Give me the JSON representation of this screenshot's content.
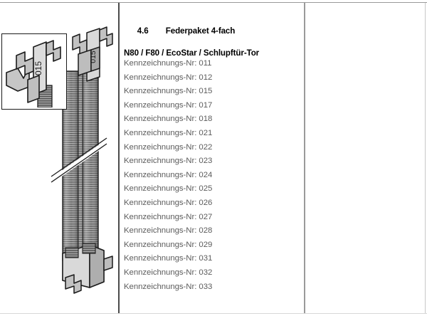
{
  "document": {
    "section_number": "4.6",
    "section_title": "Federpaket 4-fach",
    "subtitle": "N80 / F80 / EcoStar / Schlupftür-Tor"
  },
  "marking_numbers": [
    {
      "label": "Kennzeichnungs-Nr: 011"
    },
    {
      "label": "Kennzeichnungs-Nr: 012"
    },
    {
      "label": "Kennzeichnungs-Nr: 015"
    },
    {
      "label": "Kennzeichnungs-Nr: 017"
    },
    {
      "label": "Kennzeichnungs-Nr: 018"
    },
    {
      "label": "Kennzeichnungs-Nr: 021"
    },
    {
      "label": "Kennzeichnungs-Nr: 022"
    },
    {
      "label": "Kennzeichnungs-Nr: 023"
    },
    {
      "label": "Kennzeichnungs-Nr: 024"
    },
    {
      "label": "Kennzeichnungs-Nr: 025"
    },
    {
      "label": "Kennzeichnungs-Nr: 026"
    },
    {
      "label": "Kennzeichnungs-Nr: 027"
    },
    {
      "label": "Kennzeichnungs-Nr: 028"
    },
    {
      "label": "Kennzeichnungs-Nr: 029"
    },
    {
      "label": "Kennzeichnungs-Nr: 031"
    },
    {
      "label": "Kennzeichnungs-Nr: 032"
    },
    {
      "label": "Kennzeichnungs-Nr: 033"
    }
  ],
  "illustration": {
    "detail_bracket_label": "015",
    "main_bracket_label": "015"
  },
  "colors": {
    "heading_text": "#000000",
    "list_text": "#5c5c5c",
    "divider_dark": "#4a4a4a",
    "divider_light": "#9a9a9a",
    "metal_light": "#d7d7d7",
    "metal_mid": "#b4b4b4",
    "metal_dark": "#8e8e8e",
    "outline": "#1b1b1b",
    "spring_dark": "#4f4f4f"
  }
}
